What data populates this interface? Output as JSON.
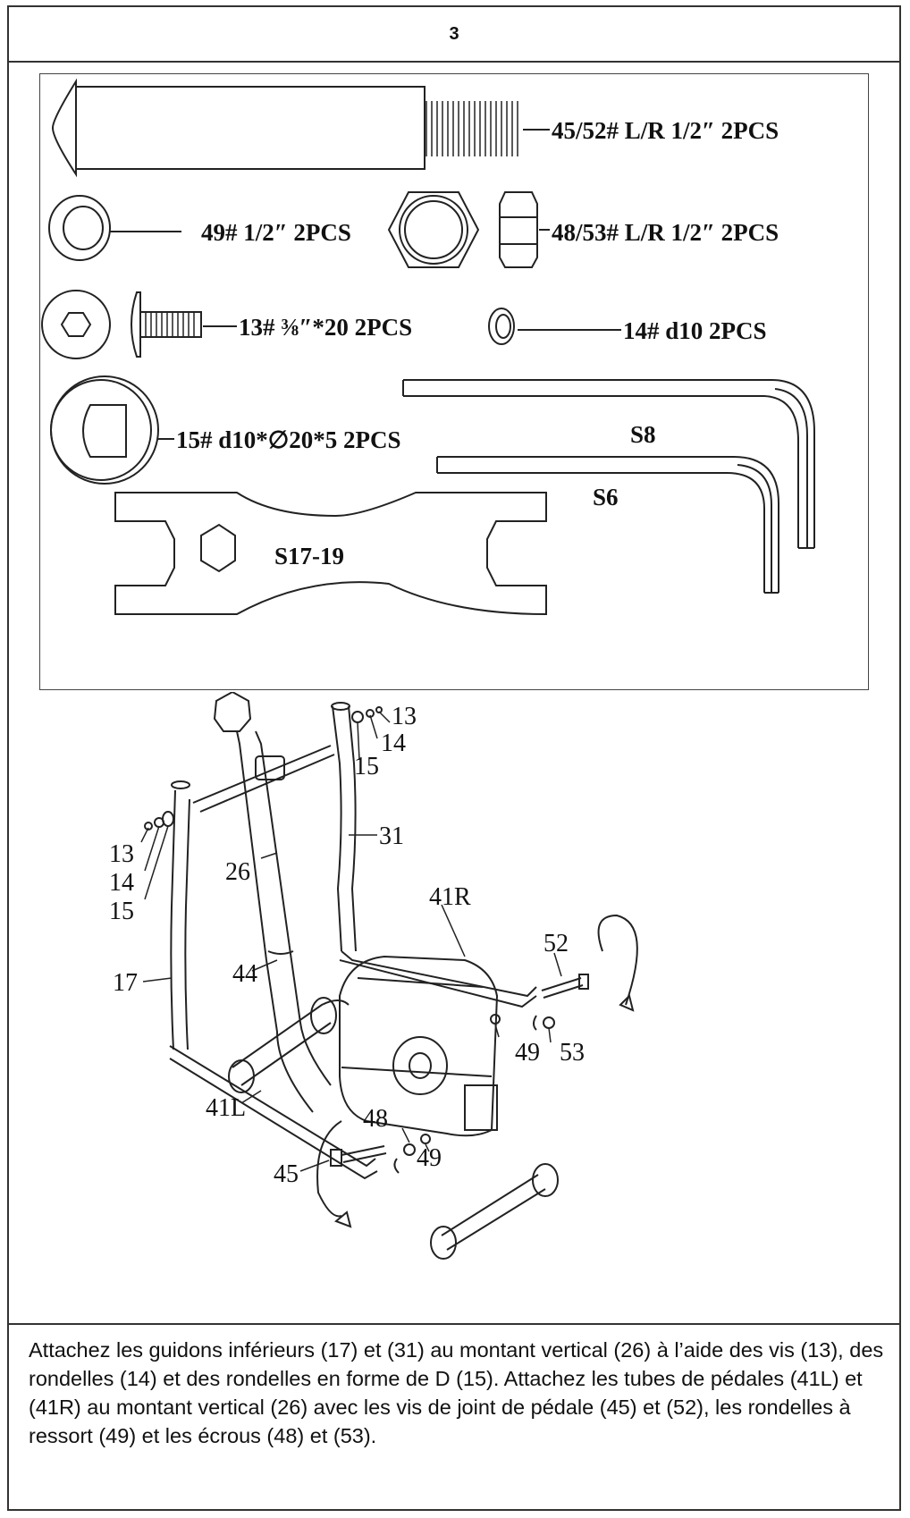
{
  "step": {
    "number": "3"
  },
  "parts": {
    "bolt_45_52": "45/52# L/R 1/2″ 2PCS",
    "washer_49": "49# 1/2″ 2PCS",
    "nut_48_53": "48/53# L/R 1/2″ 2PCS",
    "screw_13": "13#  ⅜″*20 2PCS",
    "washer_14": "14# d10 2PCS",
    "washer_15": "15#   d10*∅20*5 2PCS",
    "allen_s8": "S8",
    "allen_s6": "S6",
    "wrench": "S17-19"
  },
  "assembly": {
    "callouts": [
      "13",
      "14",
      "15",
      "31",
      "13",
      "14",
      "15",
      "26",
      "41R",
      "52",
      "17",
      "44",
      "53",
      "49",
      "48",
      "49",
      "41L",
      "45"
    ]
  },
  "instructions": "Attachez les guidons inférieurs (17) et (31) au montant vertical (26) à l’aide des vis (13), des rondelles (14) et des rondelles en forme de D (15). Attachez les tubes de pédales (41L) et (41R) au montant vertical (26) avec les vis de joint de pédale (45) et (52), les rondelles à ressort (49) et les écrous (48) et (53)."
}
